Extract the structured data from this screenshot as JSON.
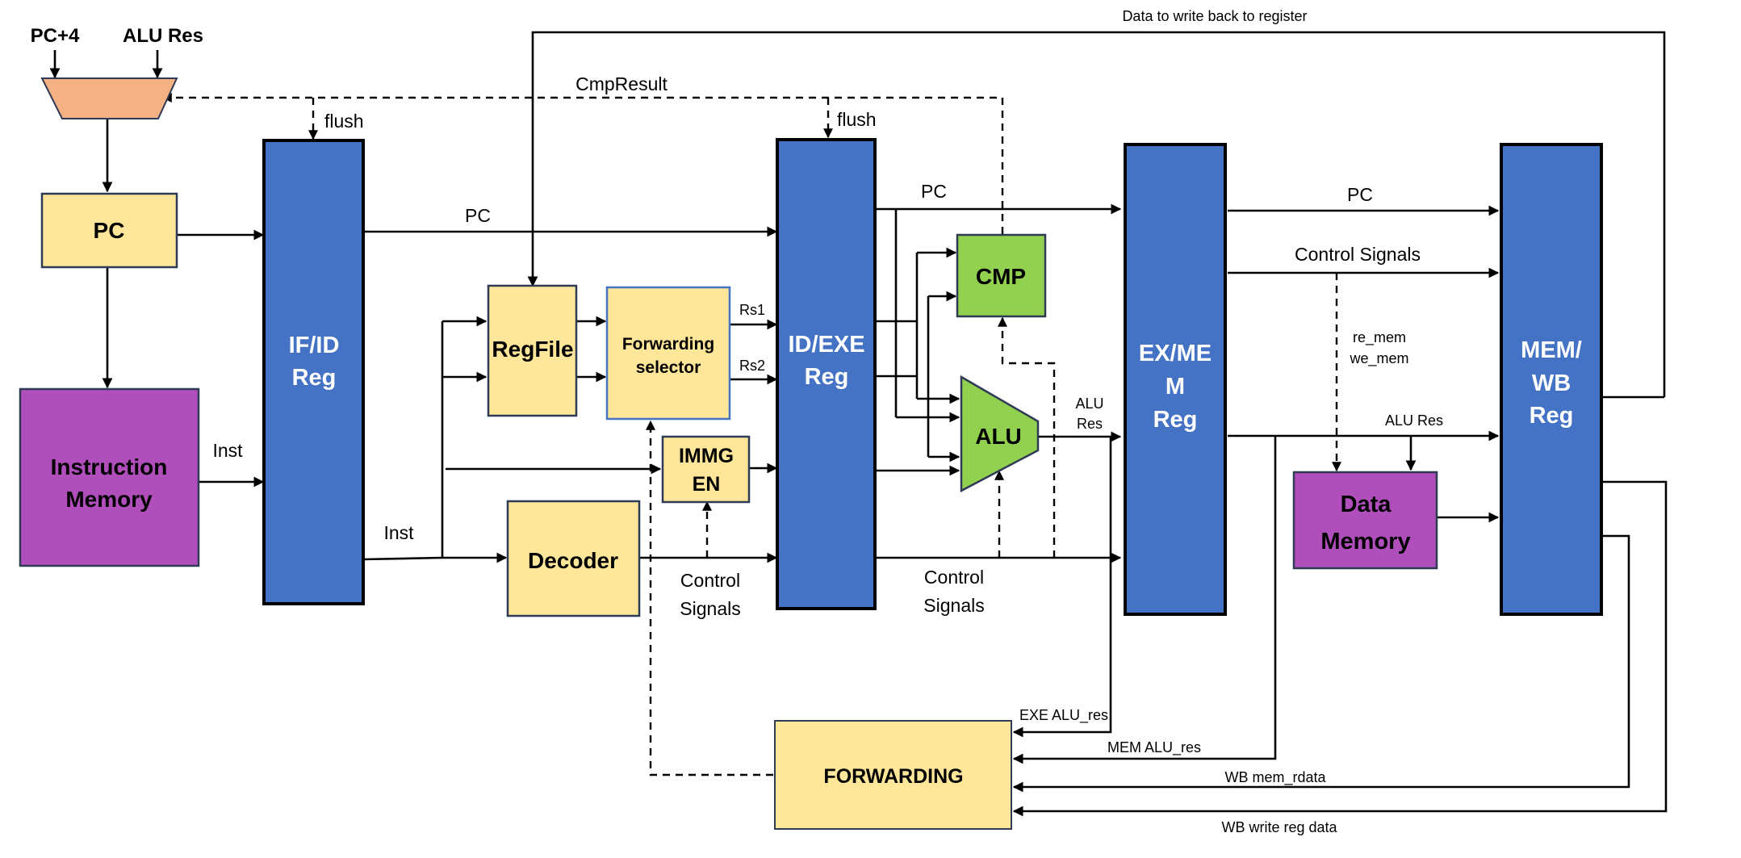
{
  "colors": {
    "pipeline_reg": "#4472C4",
    "unit": "#FFE699",
    "memory": "#B04FBB",
    "exec": "#92D050",
    "mux": "#F4B183",
    "border": "#2F3A55"
  },
  "blocks": {
    "pc": "PC",
    "instruction_memory": [
      "Instruction",
      "Memory"
    ],
    "if_id": [
      "IF/ID",
      "Reg"
    ],
    "regfile": "RegFile",
    "forwarding_selector": [
      "Forwarding",
      "selector"
    ],
    "immgen": [
      "IMMG",
      "EN"
    ],
    "decoder": "Decoder",
    "id_exe": [
      "ID/EXE",
      "Reg"
    ],
    "cmp": "CMP",
    "alu": "ALU",
    "ex_mem": [
      "EX/ME",
      "M",
      "Reg"
    ],
    "data_memory": [
      "Data",
      "Memory"
    ],
    "mem_wb": [
      "MEM/",
      "WB",
      "Reg"
    ],
    "forwarding": "FORWARDING"
  },
  "labels": {
    "pc_plus_4": "PC+4",
    "alu_res_top": "ALU Res",
    "data_writeback": "Data to write back to register",
    "cmp_result": "CmpResult",
    "flush_ifid": "flush",
    "flush_idexe": "flush",
    "pc_ifid": "PC",
    "pc_idexe": "PC",
    "pc_exmem": "PC",
    "inst_imem": "Inst",
    "inst_ifid": "Inst",
    "rs1": "Rs1",
    "rs2": "Rs2",
    "control_signals_decoder": [
      "Control",
      "Signals"
    ],
    "control_signals_idexe": [
      "Control",
      "Signals"
    ],
    "control_signals_exmem": "Control Signals",
    "alu_res_small": [
      "ALU",
      "Res"
    ],
    "re_mem": "re_mem",
    "we_mem": "we_mem",
    "alu_res_exmem": "ALU Res",
    "exe_alu_res": "EXE ALU_res",
    "mem_alu_res": "MEM ALU_res",
    "wb_mem_rdata": "WB mem_rdata",
    "wb_write_reg_data": "WB write reg data"
  }
}
